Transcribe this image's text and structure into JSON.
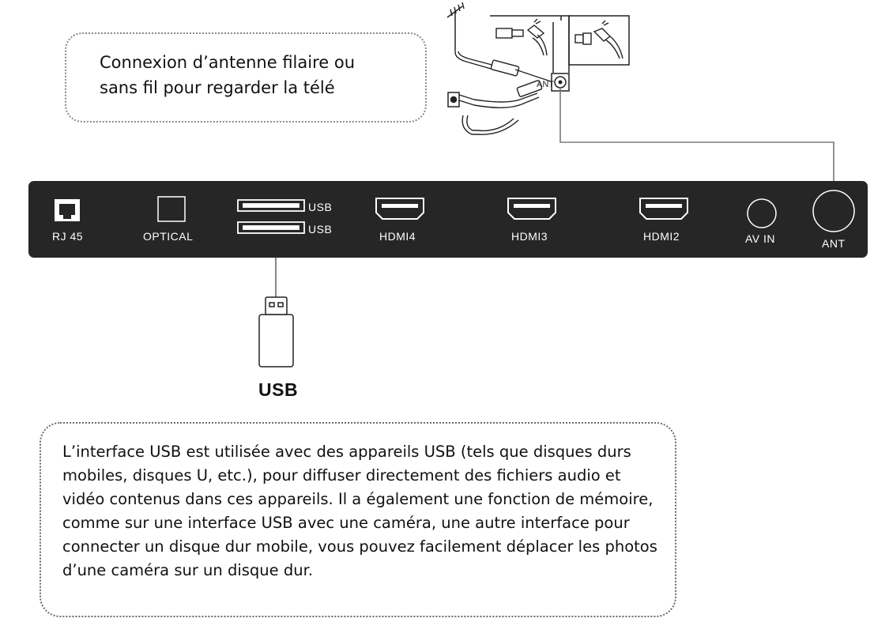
{
  "callouts": {
    "antenna_text_line1": "Connexion d’antenne filaire ou",
    "antenna_text_line2": "sans fil pour regarder la télé",
    "usb_text": "L’interface USB est utilisée avec des appareils USB (tels que disques durs mobiles, disques U, etc.), pour diffuser directement des fichiers audio et vidéo contenus dans ces appareils. Il a également une fonction de mémoire, comme sur une interface USB avec une caméra, une autre interface pour connecter un disque dur mobile, vous pouvez facilement déplacer les photos d’une caméra sur un disque dur."
  },
  "panel": {
    "ports": {
      "rj45": "RJ 45",
      "optical": "OPTICAL",
      "usb1": "USB",
      "usb2": "USB",
      "hdmi4": "HDMI4",
      "hdmi3": "HDMI3",
      "hdmi2": "HDMI2",
      "av_in": "AV IN",
      "ant": "ANT"
    }
  },
  "diagram": {
    "ant_label": "ANT",
    "usb_device_label": "USB"
  },
  "colors": {
    "panel": "#262626",
    "port_outline": "#ffffff",
    "callout_border": "#8a8a8a",
    "line": "#7a7a7a"
  }
}
